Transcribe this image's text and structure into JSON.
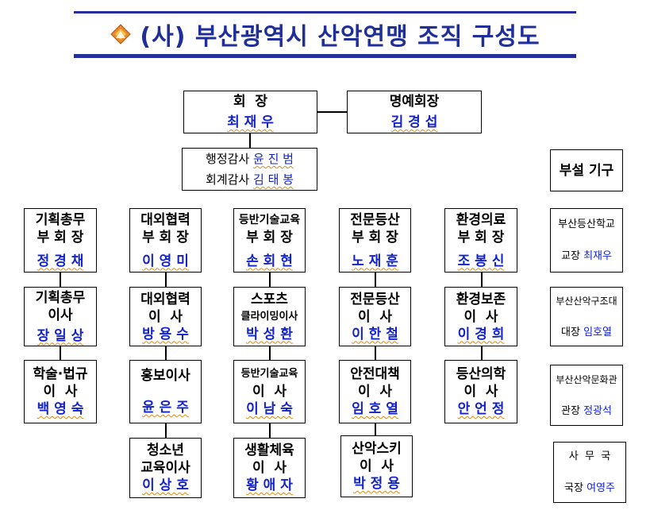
{
  "title": "(사) 부산광역시 산악연맹 조직 구성도",
  "chairman": {
    "title": "회  장",
    "name": "최 재 우"
  },
  "honorary": {
    "title": "명예회장",
    "name": "김 경 섭"
  },
  "auditors": [
    {
      "label": "행정감사",
      "name": "윤 진 범"
    },
    {
      "label": "회계감사",
      "name": "김 태 봉"
    }
  ],
  "vp": [
    {
      "title1": "기획총무",
      "title2": "부 회 장",
      "name": "정 경 채"
    },
    {
      "title1": "대외협력",
      "title2": "부 회 장",
      "name": "이 영 미"
    },
    {
      "title1": "등반기술교육",
      "title2": "부 회 장",
      "name": "손 회 현"
    },
    {
      "title1": "전문등산",
      "title2": "부 회 장",
      "name": "노 재 훈"
    },
    {
      "title1": "환경의료",
      "title2": "부 회 장",
      "name": "조 봉 신"
    }
  ],
  "directors": {
    "c1": [
      {
        "t1": "기획총무",
        "t2": "이사",
        "name": "장 일 상"
      },
      {
        "t1": "학술·법규",
        "t2": "이  사",
        "name": "백 영 숙"
      }
    ],
    "c2": [
      {
        "t1": "대외협력",
        "t2": "이  사",
        "name": "방 용 수"
      },
      {
        "t1": "홍보이사",
        "t2": "",
        "name": "윤 은 주"
      },
      {
        "t1": "청소년",
        "t2": "교육이사",
        "name": "이 상 호"
      }
    ],
    "c3": [
      {
        "t1": "스포츠",
        "t2": "클라이밍이사",
        "name": "박 성 환"
      },
      {
        "t1": "등반기술교육",
        "t2": "이  사",
        "name": "이 남 숙"
      },
      {
        "t1": "생활체육",
        "t2": "이  사",
        "name": "황 애 자"
      }
    ],
    "c4": [
      {
        "t1": "전문등산",
        "t2": "이  사",
        "name": "이 한 철"
      },
      {
        "t1": "안전대책",
        "t2": "이  사",
        "name": "임 호 열"
      },
      {
        "t1": "산악스키",
        "t2": "이  사",
        "name": "박 정 용"
      }
    ],
    "c5": [
      {
        "t1": "환경보존",
        "t2": "이  사",
        "name": "이 경 희"
      },
      {
        "t1": "등산의학",
        "t2": "이  사",
        "name": "안 언 정"
      }
    ]
  },
  "affiliated": {
    "header": "부설 기구",
    "items": [
      {
        "org": "부산등산학교",
        "role": "교장",
        "name": "최재우"
      },
      {
        "org": "부산산악구조대",
        "role": "대장",
        "name": "임호열"
      },
      {
        "org": "부산산악문화관",
        "role": "관장",
        "name": "정광석"
      },
      {
        "org": "사  무  국",
        "role": "국장",
        "name": "여영주"
      }
    ]
  },
  "colors": {
    "title": "#1f2f97",
    "name": "#1323c8",
    "underline": "#e08a18"
  }
}
